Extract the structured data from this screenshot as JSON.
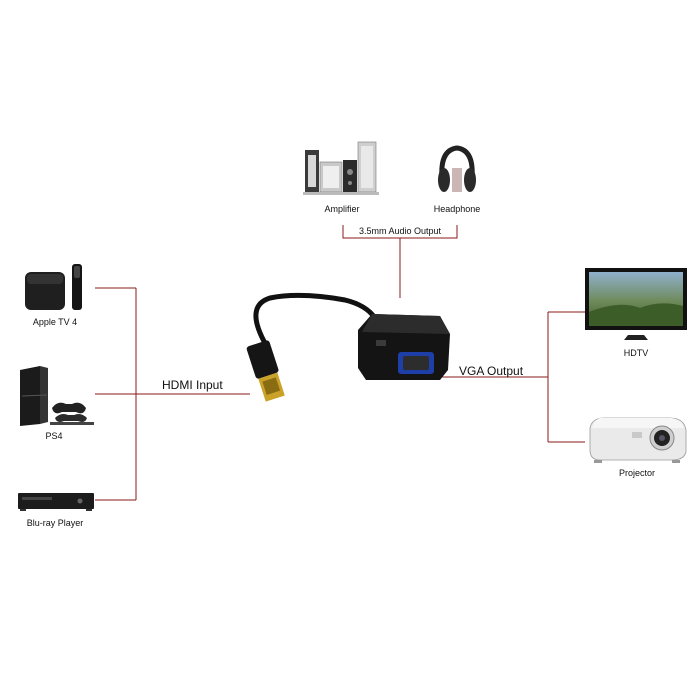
{
  "devices": {
    "amplifier": "Amplifier",
    "headphone": "Headphone",
    "apple_tv": "Apple TV 4",
    "ps4": "PS4",
    "bluray": "Blu-ray Player",
    "hdtv": "HDTV",
    "projector": "Projector"
  },
  "connections": {
    "audio_output": "3.5mm Audio Output",
    "hdmi_input": "HDMI Input",
    "vga_output": "VGA Output"
  },
  "colors": {
    "line": "#8b1a1a",
    "device_dark": "#1c1c1c",
    "device_light": "#e8e8e8"
  }
}
